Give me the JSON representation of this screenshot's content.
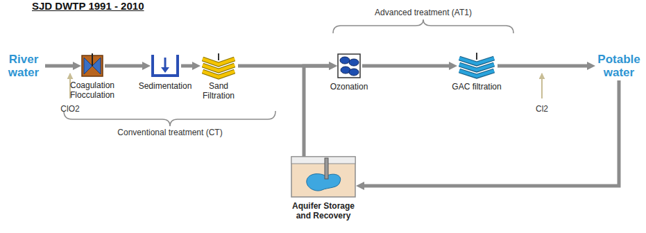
{
  "diagram": {
    "title": "SJD DWTP 1991 - 2010",
    "nodes": [
      {
        "text": [
          "River water"
        ]
      },
      {
        "text": [
          "Coagulation Flocculation"
        ]
      },
      {
        "text": [
          "Sedimentation"
        ]
      },
      {
        "text": [
          "Sand Filtration"
        ]
      },
      {
        "text": [
          "Ozonation"
        ]
      },
      {
        "text": [
          "GAC filtration"
        ]
      },
      {
        "text": [
          "Potable water"
        ]
      },
      {
        "text": [
          "Aquifer Storage and Recovery"
        ]
      }
    ],
    "edges": [
      {
        "from": 0,
        "to": 1,
        "arrow": "to"
      },
      {
        "from": 1,
        "to": 2,
        "arrow": "to"
      },
      {
        "from": 2,
        "to": 3,
        "arrow": "to"
      },
      {
        "from": 3,
        "to": 4,
        "arrow": "to"
      },
      {
        "from": 4,
        "to": 5,
        "arrow": "to"
      },
      {
        "from": 5,
        "to": 6,
        "arrow": "to"
      },
      {
        "from": 6,
        "to": 7,
        "arrow": "to"
      },
      {
        "from": 7,
        "to": 4,
        "arrow": "to"
      }
    ],
    "labels": [
      "Advanced treatment (AT1)",
      "ClO2",
      "Conventional treatment (CT)",
      "Cl2"
    ]
  }
}
